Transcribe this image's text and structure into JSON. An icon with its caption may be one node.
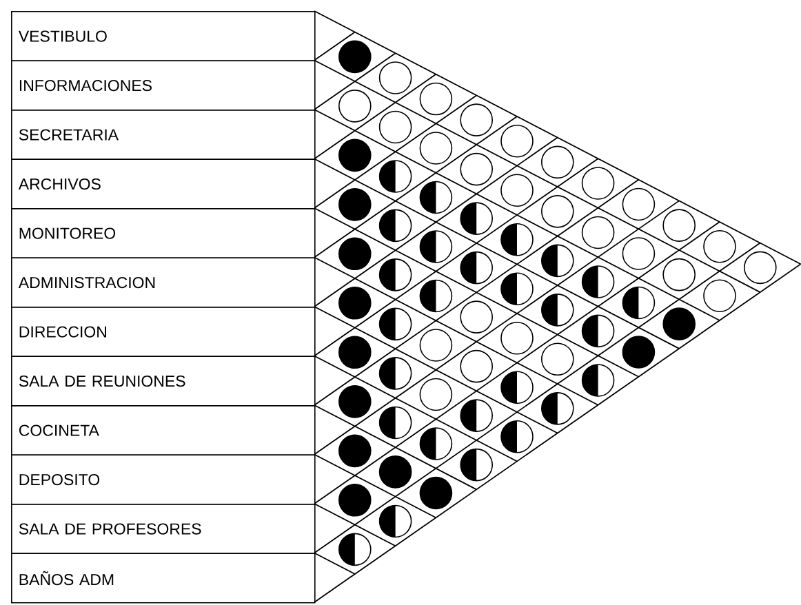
{
  "diagram": {
    "nodes": [
      {
        "text": [
          "VESTIBULO"
        ]
      },
      {
        "text": [
          "INFORMACIONES"
        ]
      },
      {
        "text": [
          "SECRETARIA"
        ]
      },
      {
        "text": [
          "ARCHIVOS"
        ]
      },
      {
        "text": [
          "MONITOREO"
        ]
      },
      {
        "text": [
          "ADMINISTRACION"
        ]
      },
      {
        "text": [
          "DIRECCION"
        ]
      },
      {
        "text": [
          "SALA DE REUNIONES"
        ]
      },
      {
        "text": [
          "COCINETA"
        ]
      },
      {
        "text": [
          "DEPOSITO"
        ]
      },
      {
        "text": [
          "SALA DE PROFESORES"
        ]
      },
      {
        "text": [
          "BAÑOS ADM"
        ]
      }
    ]
  }
}
